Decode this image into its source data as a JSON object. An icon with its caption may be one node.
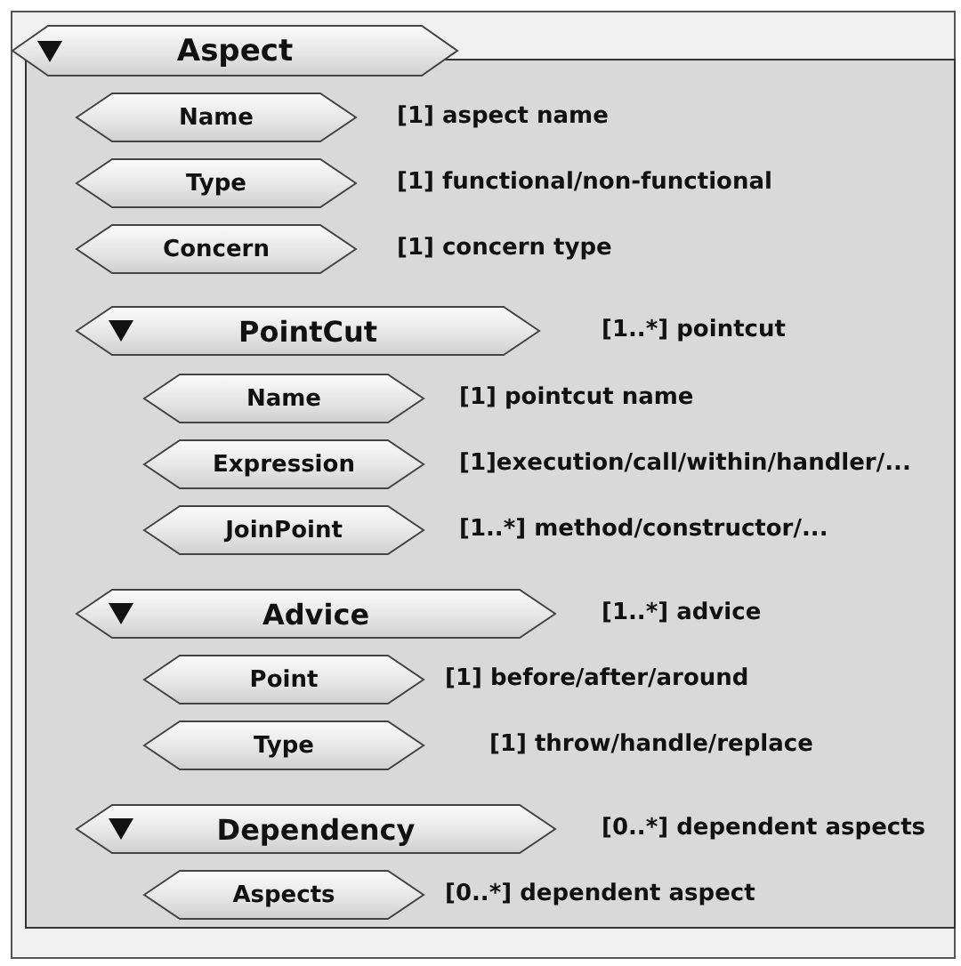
{
  "diagram": {
    "nodes": [
      {
        "text": [
          "Aspect"
        ]
      },
      {
        "text": [],
        "shape": "box"
      },
      {
        "text": [
          "Name"
        ],
        "in": 1,
        "beside": [
          "[1] aspect name"
        ]
      },
      {
        "text": [
          "Type"
        ],
        "in": 1,
        "beside": [
          "[1] functional/non-functional"
        ]
      },
      {
        "text": [
          "Concern"
        ],
        "in": 1,
        "beside": [
          "[1] concern type"
        ]
      },
      {
        "text": [
          "PointCut"
        ],
        "in": 1,
        "beside": [
          "[1..*] pointcut"
        ]
      },
      {
        "text": [
          "Name"
        ],
        "in": 1,
        "beside": [
          "[1] pointcut name"
        ]
      },
      {
        "text": [
          "Expression"
        ],
        "in": 1,
        "beside": [
          "[1]execution/call/within/handler/..."
        ]
      },
      {
        "text": [
          "JoinPoint"
        ],
        "in": 1,
        "beside": [
          "[1..*] method/constructor/..."
        ]
      },
      {
        "text": [
          "Advice"
        ],
        "in": 1,
        "beside": [
          "[1..*] advice"
        ]
      },
      {
        "text": [
          "Point"
        ],
        "in": 1,
        "beside": [
          "[1] before/after/around"
        ]
      },
      {
        "text": [
          "Type"
        ],
        "in": 1,
        "beside": [
          "[1] throw/handle/replace"
        ]
      },
      {
        "text": [
          "Dependency"
        ],
        "in": 1,
        "beside": [
          "[0..*] dependent aspects"
        ]
      },
      {
        "text": [
          "Aspects"
        ],
        "in": 1,
        "beside": [
          "[0..*] dependent aspect"
        ]
      }
    ]
  }
}
